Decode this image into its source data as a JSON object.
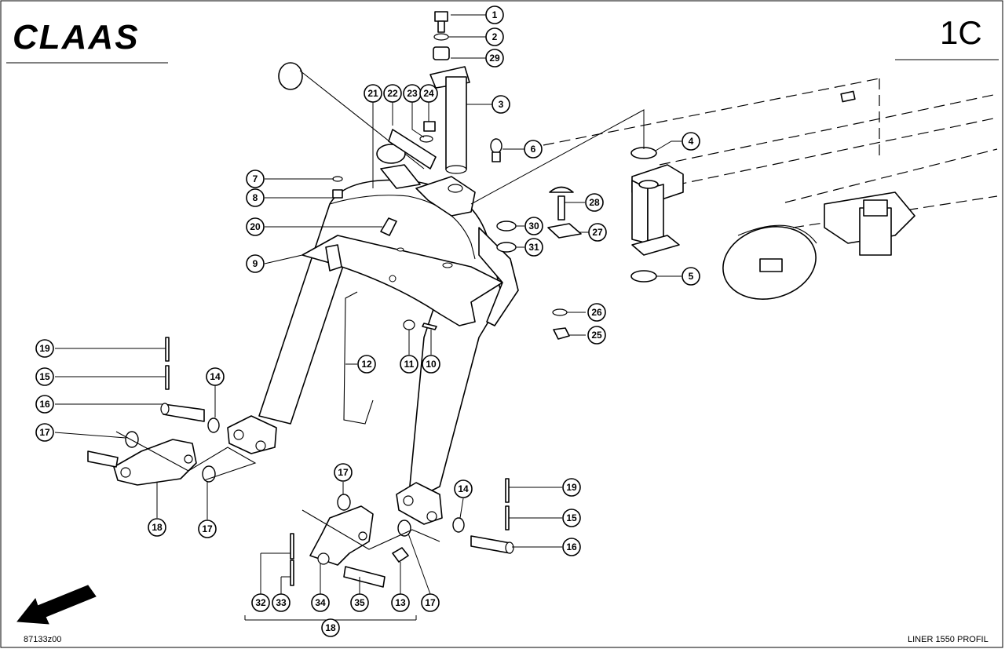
{
  "header": {
    "logo_text": "CLAAS",
    "page_code": "1C"
  },
  "footer": {
    "drawing_number": "87133z00",
    "model_label": "LINER 1550 PROFIL"
  },
  "callouts": [
    "1",
    "2",
    "29",
    "3",
    "21",
    "22",
    "23",
    "24",
    "6",
    "4",
    "7",
    "8",
    "20",
    "28",
    "30",
    "27",
    "31",
    "9",
    "5",
    "26",
    "25",
    "12",
    "11",
    "10",
    "19",
    "15",
    "14",
    "16",
    "17",
    "18",
    "17",
    "17",
    "14",
    "19",
    "15",
    "16",
    "32",
    "33",
    "34",
    "35",
    "13",
    "17",
    "18"
  ]
}
